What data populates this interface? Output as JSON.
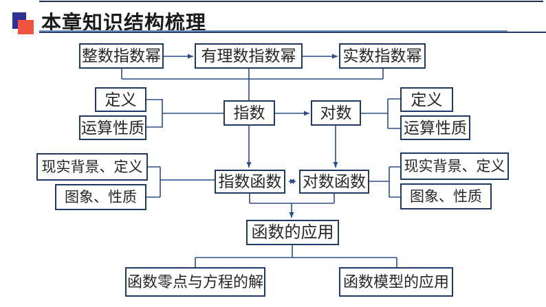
{
  "header": {
    "title": "本章知识结构梳理"
  },
  "colors": {
    "box_border": "#1f3864",
    "connector_line": "#2a4a85",
    "title_text": "#1a1a1a",
    "accent_square_blue": "#2e3192",
    "accent_square_red": "#ef5342",
    "underline_dark": "#1f3864",
    "underline_light": "#7d9ad0"
  },
  "diagram": {
    "nodes": {
      "integer_exponent_power": "整数指数幂",
      "rational_exponent_power": "有理数指数幂",
      "real_exponent_power": "实数指数幂",
      "definition_left": "定义",
      "operation_properties_left": "运算性质",
      "exponent": "指数",
      "logarithm": "对数",
      "definition_right": "定义",
      "operation_properties_right": "运算性质",
      "background_definition_left": "现实背景、定义",
      "graph_properties_left": "图象、性质",
      "exponential_function": "指数函数",
      "logarithmic_function": "对数函数",
      "background_definition_right": "现实背景、定义",
      "graph_properties_right": "图象、性质",
      "function_applications": "函数的应用",
      "function_zeros_equation_solutions": "函数零点与方程的解",
      "function_model_applications": "函数模型的应用"
    }
  }
}
